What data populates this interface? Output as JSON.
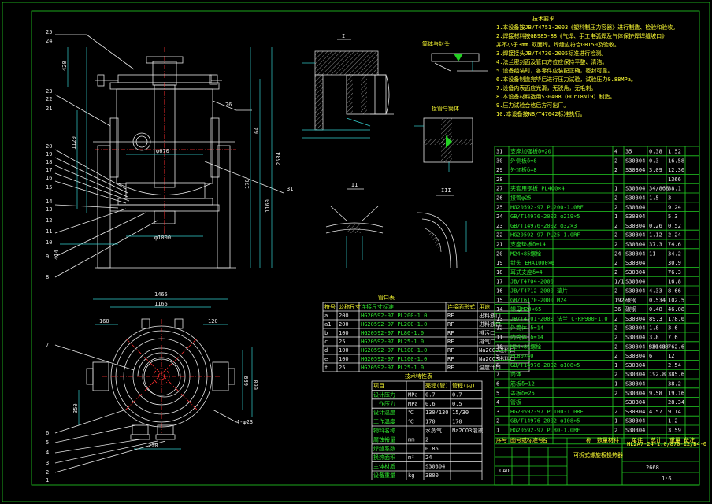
{
  "notes": {
    "title": "技术要求",
    "lines": [
      "1.本设备按JB/T4751-2003《塑料制压力容器》进行制造、检验和验收。",
      "2.焊接材料按GB985-88《气焊、手工电弧焊及气体保护焊焊缝坡口》",
      "并不小于3mm.双面焊。焊缝应符合GB150及验收。",
      "3.焊接接头JB/T4730-2005标准进行检测。",
      "4.法兰密封面及管口方位应保持平整、清洁。",
      "5.设备组装时，各零件应装配正确，密封可靠。",
      "6.本设备制造完毕后进行压力试验，试验压力0.88MPa。",
      "7.设备内表面应光滑，无锐角，无毛刺。",
      "8.本设备材料选用S30408（0Cr18Ni9）制造。",
      "9.压力试验合格后方可出厂。",
      "10.本设备按NB/T47042标准执行。"
    ]
  },
  "labels": {
    "leaders": [
      "25",
      "24",
      "23",
      "22",
      "21",
      "20",
      "19",
      "18",
      "17",
      "16",
      "15",
      "14",
      "13",
      "12",
      "11",
      "10",
      "9",
      "8",
      "26",
      "31",
      "7",
      "6",
      "5",
      "4",
      "3",
      "2",
      "1"
    ],
    "dims_main": [
      "φ1000",
      "φ670",
      "1120",
      "420",
      "64",
      "170",
      "414",
      "1160",
      "2534"
    ],
    "dims_plan": [
      "1465",
      "1165",
      "160",
      "120",
      "660",
      "680",
      "220",
      "4-φ23",
      "350"
    ],
    "section_I": "I",
    "section_II": "II",
    "section_III": "III",
    "detail_a_title": "筒体与封头",
    "detail_b_title": "接管与筒体"
  },
  "nozzle_table": {
    "title": "管口表",
    "headers": [
      "符号",
      "公称尺寸",
      "连接尺寸标准",
      "连接面形式",
      "用途"
    ],
    "rows": [
      [
        "a",
        "200",
        "HG20592-97 PL200-1.0",
        "RF",
        "出料液口"
      ],
      [
        "a1",
        "200",
        "HG20592-97 PL200-1.0",
        "RF",
        "进料液口"
      ],
      [
        "b",
        "100",
        "HG20592-97 PL80-1.0",
        "RF",
        "排污口"
      ],
      [
        "c",
        "25",
        "HG20592-97 PL25-1.0",
        "RF",
        "排气口"
      ],
      [
        "d",
        "100",
        "HG20592-97 PL100-1.0",
        "RF",
        "Na2CO3进料口"
      ],
      [
        "e",
        "100",
        "HG20592-97 PL100-1.0",
        "RF",
        "Na2CO3出料口"
      ],
      [
        "f",
        "25",
        "HG20592-97 PL25-1.0",
        "RF",
        "温度计口"
      ]
    ]
  },
  "spec_table": {
    "title": "技术特性表",
    "headers": [
      "项目",
      "",
      "壳程(管)",
      "管程(内)"
    ],
    "rows": [
      [
        "设计压力",
        "MPa",
        "0.7",
        "0.7"
      ],
      [
        "工作压力",
        "MPa",
        "0.6",
        "0.5"
      ],
      [
        "设计温度",
        "℃",
        "130/130",
        "15/30"
      ],
      [
        "工作温度",
        "℃",
        "170",
        "170"
      ],
      [
        "物料名称",
        "",
        "水蒸气",
        "Na2CO3溶液"
      ],
      [
        "腐蚀裕量",
        "mm",
        "2",
        "",
        ""
      ],
      [
        "焊缝系数",
        "",
        "0.85",
        ""
      ],
      [
        "换热面积",
        "m²",
        "24",
        ""
      ],
      [
        "主体材质",
        "",
        "S30304",
        ""
      ],
      [
        "设备重量",
        "kg",
        "3800",
        ""
      ]
    ]
  },
  "parts_table": {
    "rows": [
      [
        "31",
        "支座加强板δ=20",
        "4",
        "35",
        "0.38",
        "1.52"
      ],
      [
        "30",
        "外侧板δ=8",
        "2",
        "S30304",
        "0.3",
        "16.58"
      ],
      [
        "29",
        "外加板δ=8",
        "2",
        "S30304",
        "3.09",
        "12.36"
      ],
      [
        "28",
        "",
        "",
        "",
        "",
        "1366"
      ],
      [
        "27",
        "夹套用钢板 PL400×4",
        "1",
        "S30304",
        "34/868",
        "38.1"
      ],
      [
        "26",
        "接管φ25",
        "2",
        "S30304",
        "1.5",
        "3"
      ],
      [
        "25",
        "HG20592-97 PL200-1.0RF",
        "2",
        "S30304",
        "",
        "9.24"
      ],
      [
        "24",
        "GB/T14976-2002 φ219×5",
        "1",
        "S30304",
        "",
        "5.3"
      ],
      [
        "23",
        "GB/T14976-2002 φ32×3",
        "2",
        "S30304",
        "0.26",
        "0.52"
      ],
      [
        "22",
        "HG20592-97 PL25-1.0RF",
        "2",
        "S30304",
        "1.12",
        "2.24"
      ],
      [
        "21",
        "支座垫板δ=14",
        "2",
        "S30304",
        "37.3",
        "74.6"
      ],
      [
        "20",
        "M24×85螺栓",
        "24",
        "S30304",
        "11",
        "34.2"
      ],
      [
        "19",
        "封头 EHA1000×6",
        "2",
        "S30304",
        "",
        "30.9"
      ],
      [
        "18",
        "耳式支座δ=4",
        "2",
        "S30304",
        "",
        "76.3"
      ],
      [
        "17",
        "JB/T4704-2000",
        "1/1",
        "S30304",
        "",
        "16.8"
      ],
      [
        "16",
        "JB/T4712-2000 垫片",
        "2",
        "S30304",
        "4.33",
        "8.66"
      ],
      [
        "15",
        "GB/T6170-2000 M24",
        "192",
        "碳钢",
        "0.534",
        "102.5"
      ],
      [
        "14",
        "螺母M20×65",
        "36",
        "碳钢",
        "0.48",
        "46.08"
      ],
      [
        "13",
        "JB/T4701-2000 法兰 C-RF900-1.0",
        "2",
        "S30304",
        "89.3",
        "178.6"
      ],
      [
        "12",
        "外筒体 δ=14",
        "2",
        "S30304",
        "1.8",
        "3.6"
      ],
      [
        "11",
        "内筒体 δ=14",
        "2",
        "S30304",
        "3.8",
        "7.6"
      ],
      [
        "10",
        "M24×85螺栓",
        "2",
        "S30304+S30408",
        "381.3",
        "762.6"
      ],
      [
        "9",
        "PL80×40",
        "2",
        "S30304",
        "6",
        "12"
      ],
      [
        "8",
        "GB/T14976-2002 φ108×5",
        "1",
        "S30304",
        "",
        "2.54"
      ],
      [
        "7",
        "筒体",
        "2",
        "S30304",
        "192.8",
        "385.6"
      ],
      [
        "6",
        "筋板δ=12",
        "1",
        "S30304",
        "",
        "38.2"
      ],
      [
        "5",
        "盖板δ=25",
        "2",
        "S30304",
        "9.58",
        "19.16"
      ],
      [
        "4",
        "管板",
        "",
        "S30304",
        "",
        "28.34"
      ],
      [
        "3",
        "HG20592-97 PL100-1.0RF",
        "2",
        "S30304",
        "4.57",
        "9.14"
      ],
      [
        "2",
        "GB/T14976-2002 φ108×5",
        "1",
        "S30304",
        "",
        "1.2"
      ],
      [
        "1",
        "HG20592-97 PL80-1.0RF",
        "2",
        "S30304",
        "",
        "3.59"
      ]
    ],
    "headers": [
      "序号",
      "图号或标准号",
      "名",
      "称",
      "数量",
      "材料",
      "单件",
      "总计",
      "重量",
      "备注"
    ]
  },
  "title_block": {
    "drawing_no": "HL2A7-24-1.0/870-12/B4-0",
    "name": "可拆式螺旋板换热器",
    "scale": "1:6",
    "sheet": "CAD",
    "weight": "2668"
  },
  "colors": {
    "background": "#000000",
    "frame": "#22d022",
    "drawing": "#e8e8e8",
    "centerline": "#ff3030",
    "dimension": "#33d0d0",
    "highlight": "#ffff33"
  }
}
